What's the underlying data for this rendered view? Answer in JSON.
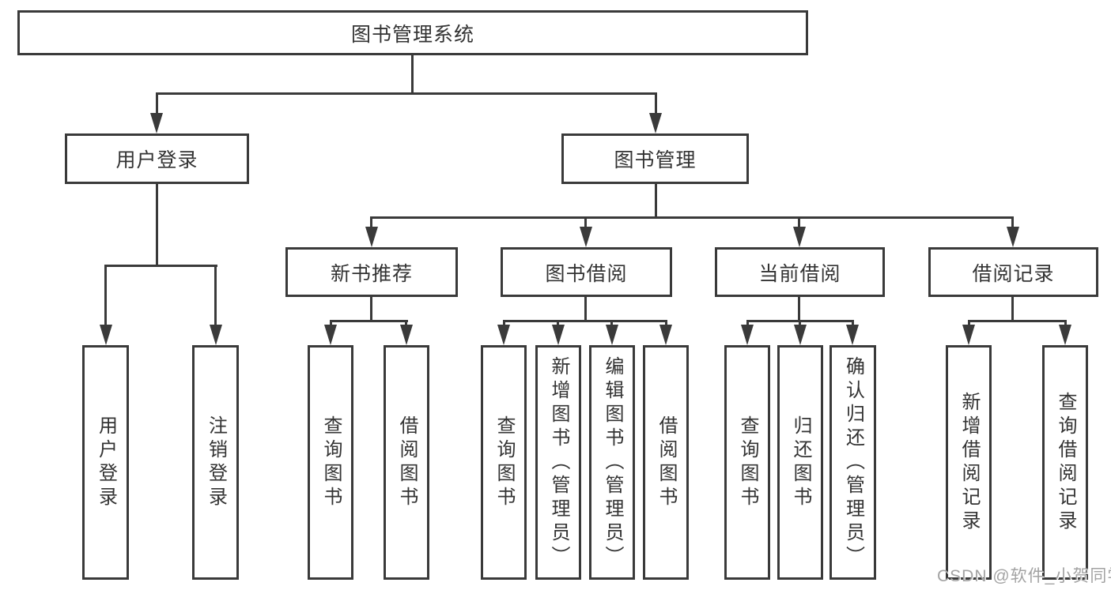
{
  "tree": {
    "root": {
      "label": "图书管理系统"
    },
    "branches": [
      {
        "label": "用户登录",
        "children": [
          {
            "label": "用户登录"
          },
          {
            "label": "注销登录"
          }
        ]
      },
      {
        "label": "图书管理",
        "children": [
          {
            "label": "新书推荐",
            "children": [
              {
                "label": "查询图书"
              },
              {
                "label": "借阅图书"
              }
            ]
          },
          {
            "label": "图书借阅",
            "children": [
              {
                "label": "查询图书"
              },
              {
                "label": "新增图书（管理员）"
              },
              {
                "label": "编辑图书（管理员）"
              },
              {
                "label": "借阅图书"
              }
            ]
          },
          {
            "label": "当前借阅",
            "children": [
              {
                "label": "查询图书"
              },
              {
                "label": "归还图书"
              },
              {
                "label": "确认归还（管理员）"
              }
            ]
          },
          {
            "label": "借阅记录",
            "children": [
              {
                "label": "新增借阅记录"
              },
              {
                "label": "查询借阅记录"
              }
            ]
          }
        ]
      }
    ]
  },
  "colors": {
    "line": "#3a3a3a",
    "text": "#333333",
    "watermark": "#a3a3a3",
    "background": "#ffffff"
  },
  "watermark": {
    "text": "CSDN @软件_小贺同学"
  }
}
